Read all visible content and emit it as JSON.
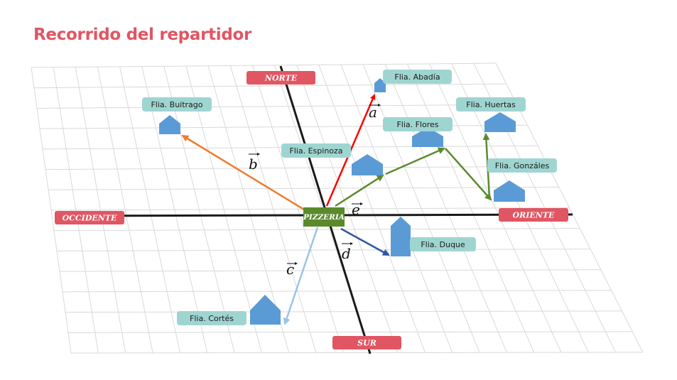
{
  "title": "Recorrido del repartidor",
  "colors": {
    "title": "#e05662",
    "direction_badge": "#e05662",
    "family_badge": "#9fd5d1",
    "house": "#5b9bd5",
    "pizzeria": "#5b8a2c",
    "grid": "#d9d9d9",
    "axis": "#1a1a1a"
  },
  "directions": {
    "north": "NORTE",
    "south": "SUR",
    "east": "ORIENTE",
    "west": "OCCIDENTE"
  },
  "origin": {
    "label": "PIZZERIA"
  },
  "families": [
    {
      "id": "abadia",
      "label": "Flia. Abadía"
    },
    {
      "id": "buitrago",
      "label": "Flia. Buitrago"
    },
    {
      "id": "huertas",
      "label": "Flia. Huertas"
    },
    {
      "id": "flores",
      "label": "Flia. Flores"
    },
    {
      "id": "espinoza",
      "label": "Flia. Espinoza"
    },
    {
      "id": "gonzales",
      "label": "Flia. Gonzáles"
    },
    {
      "id": "duque",
      "label": "Flia. Duque"
    },
    {
      "id": "cortes",
      "label": "Flia. Cortés"
    }
  ],
  "vectors": [
    {
      "name": "a",
      "to": "Flia. Abadía",
      "color": "#ff0000"
    },
    {
      "name": "b",
      "to": "Flia. Buitrago",
      "color": "#ed7d31"
    },
    {
      "name": "c",
      "to": "Flia. Cortés",
      "color": "#9dc3e6"
    },
    {
      "name": "d",
      "to": "Flia. Duque",
      "color": "#2f55a4"
    },
    {
      "name": "e",
      "to": "Espinoza → Flores → Gonzáles → Huertas",
      "color": "#5b8a2c"
    }
  ]
}
